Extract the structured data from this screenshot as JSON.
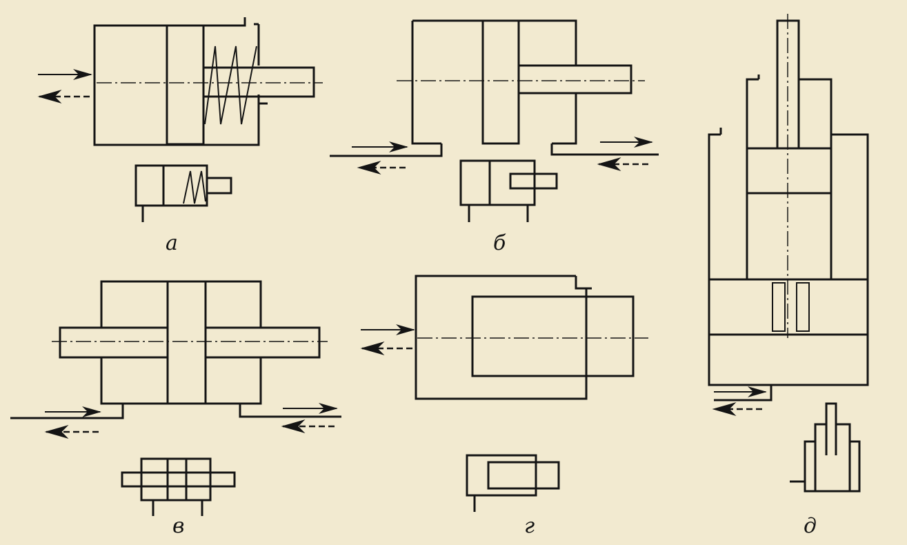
{
  "figures": [
    {
      "id": "a",
      "label": "а"
    },
    {
      "id": "b",
      "label": "б"
    },
    {
      "id": "v",
      "label": "в"
    },
    {
      "id": "g",
      "label": "г"
    },
    {
      "id": "d",
      "label": "д"
    }
  ],
  "colors": {
    "paper": "#f2ead0",
    "ink": "#141414"
  }
}
